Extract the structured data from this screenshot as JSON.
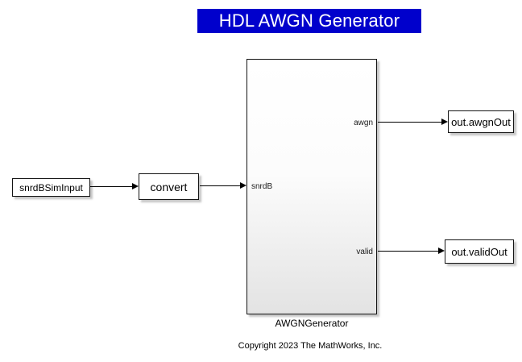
{
  "annotations": {
    "title": "HDL AWGN Generator",
    "copyright": "Copyright 2023 The MathWorks, Inc."
  },
  "blocks": {
    "source": {
      "label": "snrdBSimInput"
    },
    "convert": {
      "label": "convert"
    },
    "generator": {
      "label": "AWGNGenerator",
      "ports": {
        "in": "snrdB",
        "out1": "awgn",
        "out2": "valid"
      }
    },
    "awgn_out": {
      "label": "out.awgnOut"
    },
    "valid_out": {
      "label": "out.validOut"
    }
  },
  "colors": {
    "banner_bg": "#0000CC",
    "banner_text": "#FFFFFF",
    "block_fill_top": "#FFFFFF",
    "block_fill_bottom": "#E3E3E3",
    "block_border": "#141414",
    "wire": "#000000"
  }
}
